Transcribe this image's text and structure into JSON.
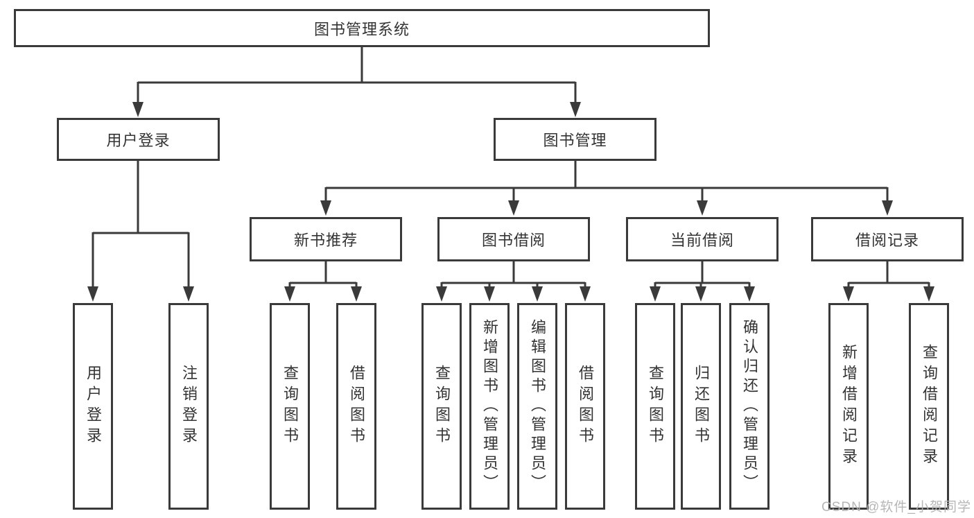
{
  "diagram": {
    "title": "图书管理系统",
    "branches": [
      {
        "label": "用户登录",
        "children": [
          "用户登录",
          "注销登录"
        ]
      },
      {
        "label": "图书管理",
        "sections": [
          {
            "label": "新书推荐",
            "children": [
              "查询图书",
              "借阅图书"
            ]
          },
          {
            "label": "图书借阅",
            "children": [
              "查询图书",
              "新增图书（管理员）",
              "编辑图书（管理员）",
              "借阅图书"
            ]
          },
          {
            "label": "当前借阅",
            "children": [
              "查询图书",
              "归还图书",
              "确认归还（管理员）"
            ]
          },
          {
            "label": "借阅记录",
            "children": [
              "新增借阅记录",
              "查询借阅记录"
            ]
          }
        ]
      }
    ]
  },
  "watermark": {
    "text": "CSDN @软件_小贺同学"
  },
  "colors": {
    "line": "#3a3a3a",
    "text": "#333333",
    "background": "#ffffff",
    "watermark": "#b2b2b2"
  }
}
